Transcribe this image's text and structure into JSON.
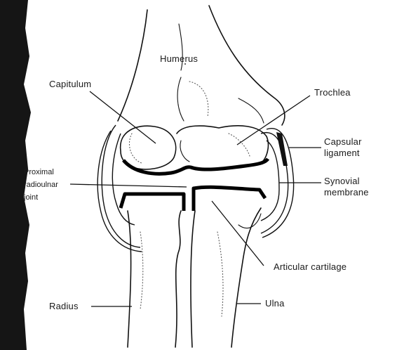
{
  "diagram": {
    "labels": {
      "humerus": "Humerus",
      "capitulum": "Capitulum",
      "trochlea": "Trochlea",
      "capsular_ligament": [
        "Capsular",
        "ligament"
      ],
      "synovial_membrane": [
        "Synovial",
        "membrane"
      ],
      "proximal_radioulnar_joint": [
        "Proximal",
        "radioulnar",
        "joint"
      ],
      "articular_cartilage": "Articular cartilage",
      "radius": "Radius",
      "ulna": "Ulna"
    }
  }
}
